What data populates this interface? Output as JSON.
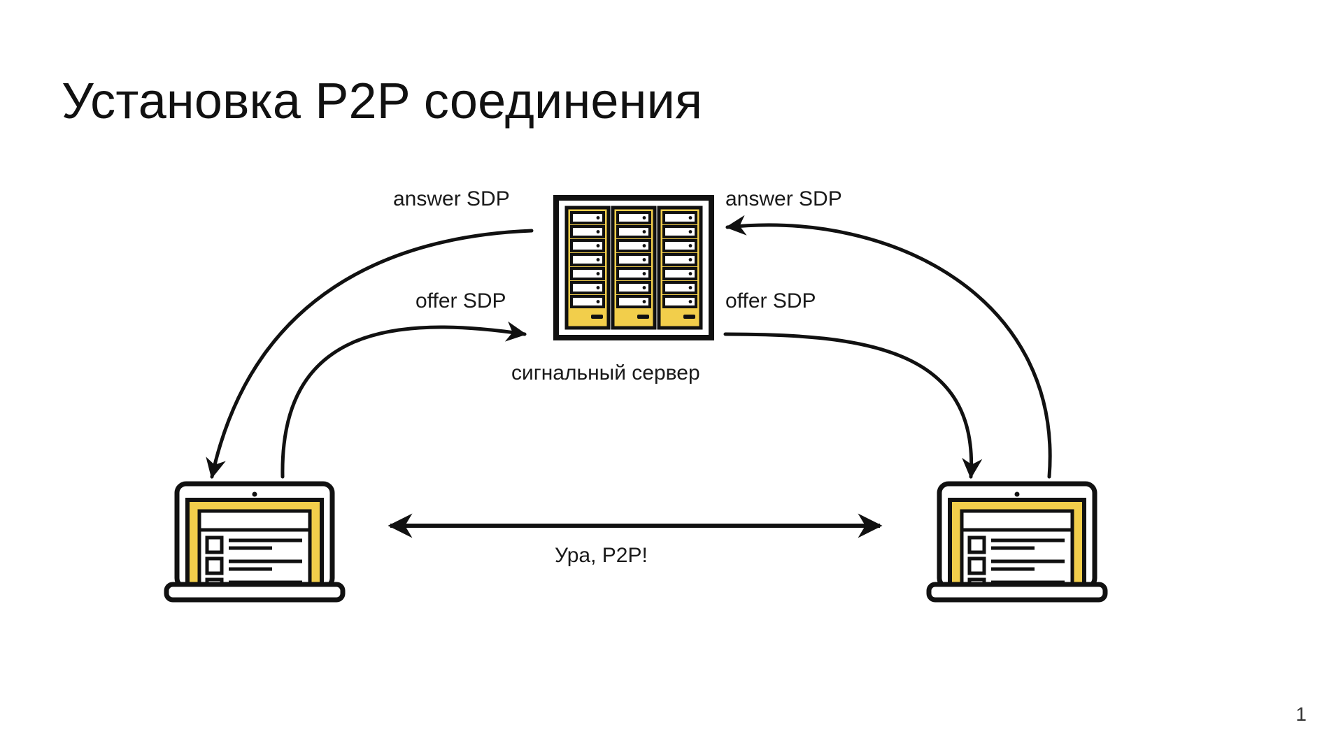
{
  "slide": {
    "title": "Установка P2P соединения",
    "page_number": "1",
    "background_color": "#FFFFFF",
    "accent_color": "#F2CE4B",
    "line_color": "#111111"
  },
  "labels": {
    "answer_left": "answer SDP",
    "answer_right": "answer SDP",
    "offer_left": "offer SDP",
    "offer_right": "offer SDP",
    "server_caption": "сигнальный сервер",
    "p2p_caption": "Ура, P2P!"
  },
  "nodes": [
    {
      "id": "laptop-left",
      "kind": "laptop",
      "label": ""
    },
    {
      "id": "signal-server",
      "kind": "server-rack",
      "label": "сигнальный сервер"
    },
    {
      "id": "laptop-right",
      "kind": "laptop",
      "label": ""
    }
  ],
  "server": {
    "columns": 3,
    "units_per_column": 7,
    "body_color": "#F2CE4B",
    "unit_color": "#FFFFFF"
  },
  "laptop": {
    "bezel_color": "#F2CE4B",
    "screen_color": "#FFFFFF",
    "rows": 3
  },
  "edges": [
    {
      "id": "offer-left-to-server",
      "from": "laptop-left",
      "to": "signal-server",
      "label": "offer SDP",
      "arrow": "single"
    },
    {
      "id": "answer-server-to-left",
      "from": "signal-server",
      "to": "laptop-left",
      "label": "answer SDP",
      "arrow": "single"
    },
    {
      "id": "offer-server-to-right",
      "from": "signal-server",
      "to": "laptop-right",
      "label": "offer SDP",
      "arrow": "single"
    },
    {
      "id": "answer-right-to-server",
      "from": "laptop-right",
      "to": "signal-server",
      "label": "answer SDP",
      "arrow": "single"
    },
    {
      "id": "p2p-link",
      "from": "laptop-left",
      "to": "laptop-right",
      "label": "Ура, P2P!",
      "arrow": "double"
    }
  ]
}
